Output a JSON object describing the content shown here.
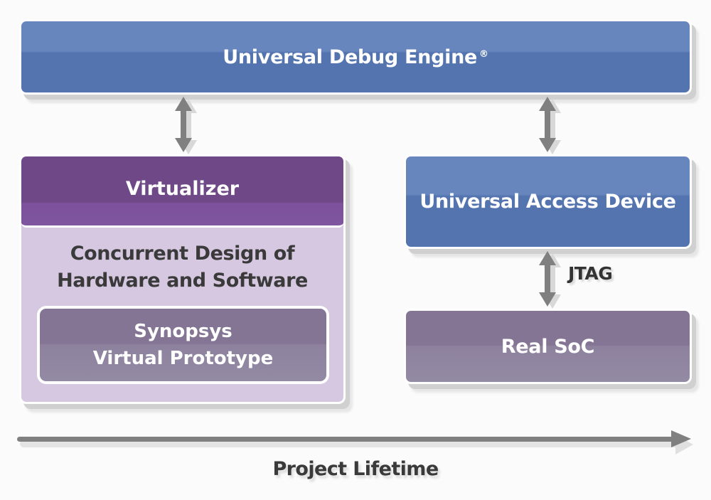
{
  "diagram": {
    "top_box": {
      "label": "Universal Debug Engine",
      "mark": "®"
    },
    "virtualizer": {
      "header": "Virtualizer",
      "description_line1": "Concurrent Design of",
      "description_line2": "Hardware and Software",
      "inner_box_line1": "Synopsys",
      "inner_box_line2": "Virtual Prototype"
    },
    "access_device": {
      "label": "Universal Access Device"
    },
    "soc": {
      "label": "Real SoC"
    },
    "connections": [
      {
        "from": "Universal Debug Engine",
        "to": "Virtualizer",
        "type": "bidirectional",
        "label": ""
      },
      {
        "from": "Universal Debug Engine",
        "to": "Universal Access Device",
        "type": "bidirectional",
        "label": ""
      },
      {
        "from": "Universal Access Device",
        "to": "Real SoC",
        "type": "bidirectional",
        "label": "JTAG"
      }
    ],
    "timeline": {
      "label": "Project Lifetime",
      "icon": "arrow-right-icon"
    },
    "colors": {
      "blue": "#5474b0",
      "purple": "#6f4987",
      "lavender": "#d7c8e1",
      "gray_purple": "#837593",
      "arrow": "#808080",
      "text_dark": "#3a3a3a"
    }
  }
}
